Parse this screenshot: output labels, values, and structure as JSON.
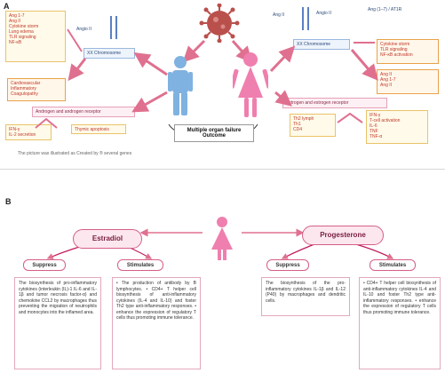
{
  "panel_a": {
    "label": "A",
    "top_left_tag": "Angio II",
    "top_right_tags": [
      "Ang II",
      "Angio II"
    ],
    "top_right_note": "Ang (1–7) / AT1R",
    "left_list": [
      "Ang 1-7",
      "Ang II",
      "Cytokine storm",
      "Lung edema",
      "TLR signaling",
      "NF-κB"
    ],
    "left_chromosome": "XX Chromosome",
    "left_mid_list": [
      "Cardiovascular",
      "Inflammatory",
      "Coagulopathy"
    ],
    "left_receptor": "Androgen and androgen receptor",
    "left_bottom_left": [
      "IFN-γ",
      "IL-2 secretion"
    ],
    "left_bottom_right": "Thymic apoptosis",
    "right_chromosome": "XX Chromosome",
    "right_list": [
      "Cytokine storm",
      "TLR signaling",
      "NF-κB activation"
    ],
    "right_mid_list": [
      "Ang II",
      "Ang 1-7",
      "Ang II"
    ],
    "right_receptor": "Estrogen and estrogen receptor",
    "right_bottom_left": [
      "Th2 lymph",
      "Th1",
      "CD4"
    ],
    "right_bottom_right": [
      "IFN-γ",
      "T-cell activation",
      "IL-6",
      "TNF",
      "TNF-α"
    ],
    "center_title": "Multiple organ failure",
    "center_subtitle": "Outcome",
    "caption": "The picture was illustrated as Created by ® several genes"
  },
  "panel_b": {
    "label": "B",
    "estradiol": "Estradiol",
    "progesterone": "Progesterone",
    "estradiol_suppress": "Suppress",
    "estradiol_stimulates": "Stimulates",
    "progesterone_suppress": "Suppress",
    "progesterone_stimulates": "Stimulates",
    "estradiol_suppress_text": "The biosynthesis of pro-inflammatory cytokines (interleukin (IL)-1 IL-6 and IL-1β and tumor necrosis factor-α) and chemokine CCL2 by macrophages thus preventing the migration of neutrophils and monocytes into the inflamed area.",
    "estradiol_stimulates_text": "• The production of antibody by B lymphocytes. • CD4+ T helper cell biosynthesis of anti-inflammatory cytokines (IL-4 and IL-10) and foster Th2 type anti-inflammatory responses. • enhance the expression of regulatory T cells thus promoting immune tolerance.",
    "progesterone_suppress_text": "The biosynthesis of the pro-inflammatory cytokines IL-1β and IL-12 (P40) by macrophages and dendritic cells.",
    "progesterone_stimulates_text": "• CD4+ T helper cell biosynthesis of anti-inflammatory cytokines IL-4 and IL-10 and foster Th2 type anti-inflammatory responses. • enhance the expression of regulatory T cells thus promoting immune tolerance."
  },
  "colors": {
    "arrow": "#e0708f",
    "blue_figure": "#7fb2e0",
    "pink_figure": "#ef7fae",
    "virus": "#b9504c"
  }
}
